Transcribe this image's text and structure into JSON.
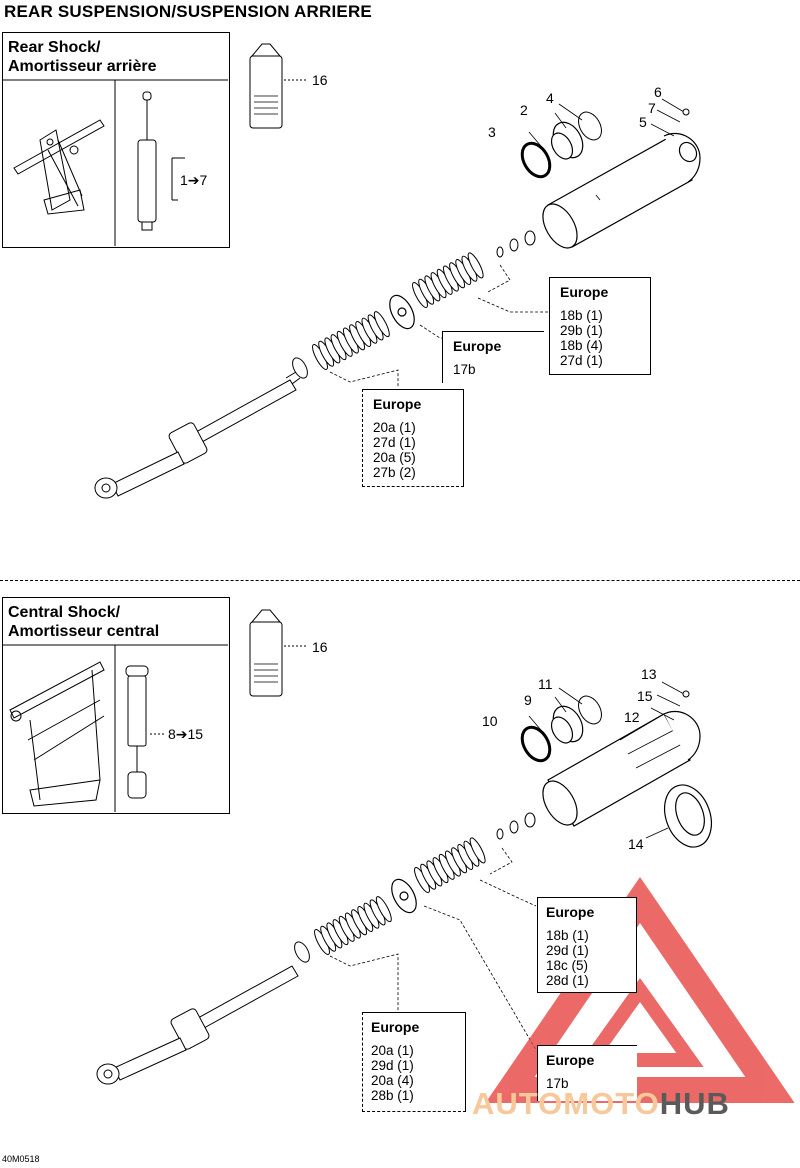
{
  "page_title": "REAR SUSPENSION/SUSPENSION ARRIERE",
  "rear": {
    "title_line1": "Rear Shock/",
    "title_line2": "Amortisseur arrière",
    "range_label": "1➔7",
    "parts": {
      "p2": "2",
      "p3": "3",
      "p4": "4",
      "p5": "5",
      "p6": "6",
      "p7": "7",
      "p16": "16"
    },
    "box_a": {
      "title": "Europe",
      "lines": [
        "18b (1)",
        "29b (1)",
        "18b (4)",
        "27d (1)"
      ]
    },
    "box_b": {
      "title": "Europe",
      "lines": [
        "17b"
      ]
    },
    "box_c": {
      "title": "Europe",
      "lines": [
        "20a (1)",
        "27d (1)",
        "20a (5)",
        "27b (2)"
      ]
    }
  },
  "central": {
    "title_line1": "Central Shock/",
    "title_line2": "Amortisseur central",
    "range_label": "8➔15",
    "parts": {
      "p9": "9",
      "p10": "10",
      "p11": "11",
      "p12": "12",
      "p13": "13",
      "p14": "14",
      "p15": "15",
      "p16": "16"
    },
    "box_a": {
      "title": "Europe",
      "lines": [
        "18b (1)",
        "29d (1)",
        "18c (5)",
        "28d (1)"
      ]
    },
    "box_b": {
      "title": "Europe",
      "lines": [
        "17b"
      ]
    },
    "box_c": {
      "title": "Europe",
      "lines": [
        "20a (1)",
        "29d (1)",
        "20a (4)",
        "28b (1)"
      ]
    }
  },
  "ref_code": "40M0518",
  "watermark": {
    "part1": "AUTOMOTO",
    "part2": "HUB",
    "color1": "#f6c89a",
    "color2": "#5a5a5a",
    "logo_color": "#e53935"
  }
}
